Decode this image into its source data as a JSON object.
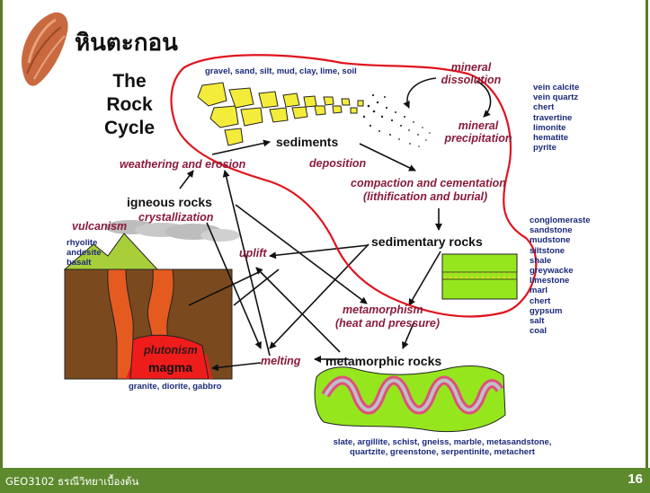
{
  "slide": {
    "title_thai": "หินตะกอน",
    "title_lines": [
      "The",
      "Rock",
      "Cycle"
    ]
  },
  "rocks": {
    "sediments": "sediments",
    "igneous": "igneous rocks",
    "sedimentary": "sedimentary rocks",
    "metamorphic": "metamorphic rocks",
    "magma": "magma"
  },
  "processes": {
    "weathering": "weathering and erosion",
    "deposition": "deposition",
    "compaction_1": "compaction and cementation",
    "compaction_2": "(lithification and burial)",
    "crystallization": "crystallization",
    "vulcanism": "vulcanism",
    "uplift": "uplift",
    "metamorphism_1": "metamorphism",
    "metamorphism_2": "(heat and pressure)",
    "melting": "melting",
    "plutonism": "plutonism",
    "mineral_dissolution_1": "mineral",
    "mineral_dissolution_2": "dissolution",
    "mineral_precipitation_1": "mineral",
    "mineral_precipitation_2": "precipitation"
  },
  "lists": {
    "sediment_types": "gravel, sand, silt, mud, clay, lime, soil",
    "chemical_rocks": [
      "vein calcite",
      "vein quartz",
      "chert",
      "travertine",
      "limonite",
      "hematite",
      "pyrite"
    ],
    "volcanic_rocks": [
      "rhyolite",
      "andesite",
      "basalt"
    ],
    "sedimentary_rocks": [
      "conglomeraste",
      "sandstone",
      "mudstone",
      "siltstone",
      "shale",
      "greywacke",
      "limestone",
      "marl",
      "chert",
      "gypsum",
      "salt",
      "coal"
    ],
    "plutonic_rocks": "granite, diorite, gabbro",
    "metamorphic_rocks_1": "slate, argillite, schist, gneiss, marble, metasandstone,",
    "metamorphic_rocks_2": "quartzite, greenstone, serpentinite, metachert"
  },
  "footer": {
    "course": "GEO3102 ธรณีวิทยาเบื้องต้น",
    "page_number": "16"
  },
  "colors": {
    "footer_bg": "#5e8a2e",
    "process_text": "#8a1b3a",
    "list_text": "#1a2a7a",
    "highlight_outline": "#e0141e"
  }
}
